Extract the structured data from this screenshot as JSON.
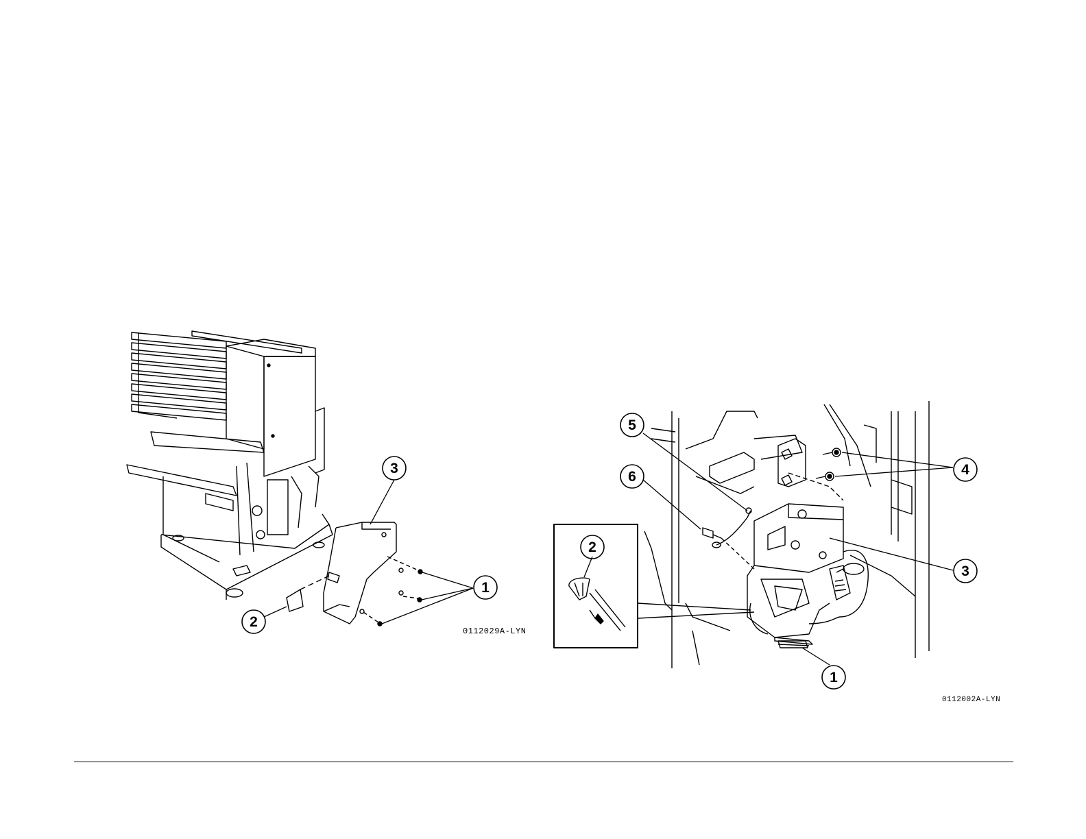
{
  "figure_left": {
    "id_label": "0112029A-LYN",
    "callouts": [
      "1",
      "2",
      "3"
    ]
  },
  "figure_right": {
    "id_label": "0112002A-LYN",
    "callouts": [
      "1",
      "2",
      "3",
      "4",
      "5",
      "6"
    ]
  }
}
